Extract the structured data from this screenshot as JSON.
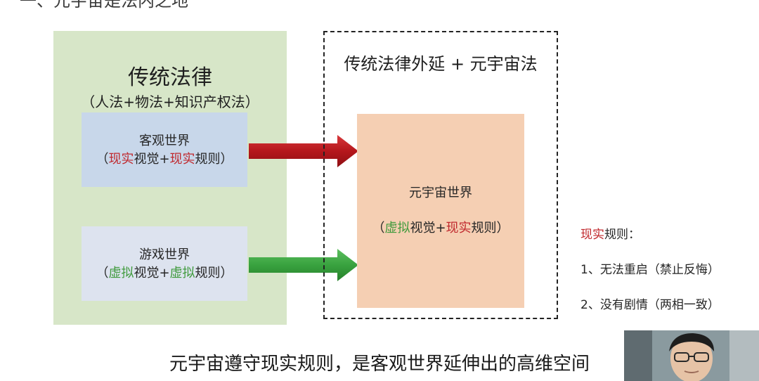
{
  "header": {
    "title": "一、元宇宙是法内之地"
  },
  "traditional_law": {
    "title": "传统法律",
    "subtitle": "（人法+物法+知识产权法）"
  },
  "objective_world": {
    "name": "客观世界",
    "rule_open": "（",
    "visual_word": "现实",
    "visual_suffix": "视觉+",
    "rule_word": "现实",
    "rule_suffix": "规则）"
  },
  "game_world": {
    "name": "游戏世界",
    "rule_open": "（",
    "visual_word": "虚拟",
    "visual_suffix": "视觉+",
    "rule_word": "虚拟",
    "rule_suffix": "规则）"
  },
  "metaverse_law": {
    "title": "传统法律外延 + 元宇宙法"
  },
  "metaverse_world": {
    "name": "元宇宙世界",
    "rule_open": "（",
    "visual_word": "虚拟",
    "visual_suffix": "视觉+",
    "rule_word": "现实",
    "rule_suffix": "规则）"
  },
  "real_rules": {
    "heading_word": "现实",
    "heading_suffix": "规则：",
    "items": [
      "1、无法重启（禁止反悔）",
      "2、没有剧情（两相一致）"
    ]
  },
  "caption": "元宇宙遵守现实规则，是客观世界延伸出的高维空间",
  "colors": {
    "red_accent": "#c0282d",
    "green_accent": "#3f9a3c",
    "red_arrow": "#b5171c",
    "green_arrow": "#39a23f",
    "law_panel": "#d7e6c8",
    "objective_box": "#c8d7ea",
    "game_box": "#dde3ef",
    "metaverse_box": "#f5cfb3"
  },
  "icons": {
    "objective_arrow": "right-arrow-icon",
    "game_arrow": "right-arrow-icon"
  }
}
